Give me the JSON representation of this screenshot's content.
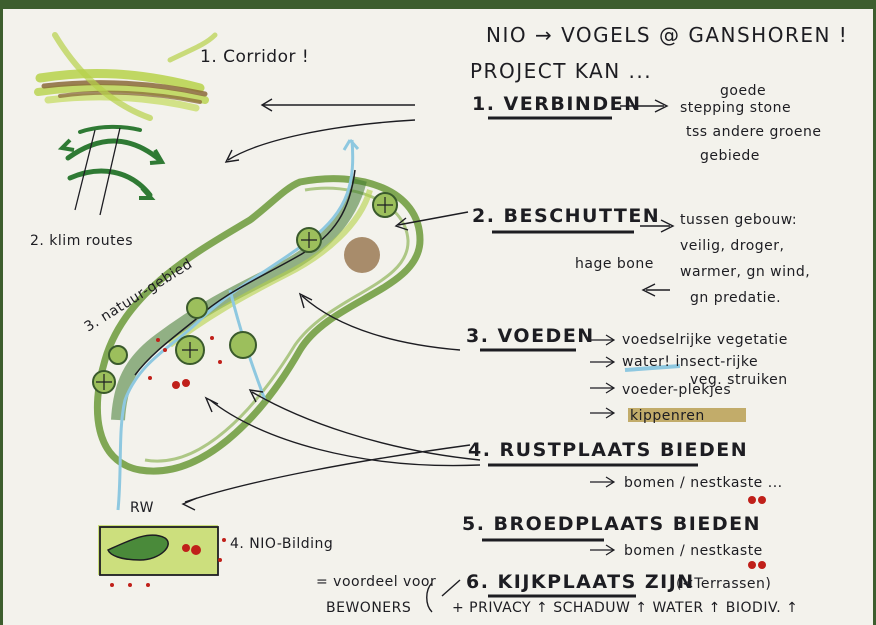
{
  "title": "NIO → VOGELS @ GANSHOREN !",
  "subtitle": "PROJECT KAN ...",
  "left_labels": {
    "corridor": "1. Corridor !",
    "klimroutes": "2. klim routes",
    "natuur": "3. natuur-gebied",
    "nio_bilding": "4. NIO-Bilding",
    "rw": "RW",
    "hage_bone": "hage bone",
    "voordeel": "= voordeel voor",
    "bewoners": "BEWONERS"
  },
  "items": [
    {
      "head": "1. VERBINDEN",
      "notes": [
        "goede",
        "stepping stone",
        "tss andere groene",
        "gebiede"
      ]
    },
    {
      "head": "2. BESCHUTTEN",
      "notes": [
        "tussen gebouw:",
        "veilig, droger,",
        "warmer, gn wind,",
        "gn predatie."
      ]
    },
    {
      "head": "3. VOEDEN",
      "notes": [
        "voedselrijke vegetatie",
        "water!  insect-rijke",
        "veg.  struiken",
        "voeder-plekjes",
        "kippenren"
      ]
    },
    {
      "head": "4. RUSTPLAATS BIEDEN",
      "notes": [
        "bomen / nestkaste ..."
      ]
    },
    {
      "head": "5. BROEDPLAATS BIEDEN",
      "notes": [
        "bomen / nestkaste"
      ]
    },
    {
      "head": "6. KIJKPLAATS ZIJN",
      "notes": [
        "(<Terrassen)",
        "+ PRIVACY ↑ SCHADUW ↑ WATER ↑ BIODIV. ↑"
      ]
    }
  ],
  "colors": {
    "ink": "#1d1d22",
    "green_light": "#b6d24a",
    "green_dark": "#2f7a34",
    "green_mid": "#6b9a3a",
    "brown": "#8a6a3a",
    "blue": "#8ec8e0",
    "red": "#c0201a",
    "bar": "#3d5e2e"
  }
}
